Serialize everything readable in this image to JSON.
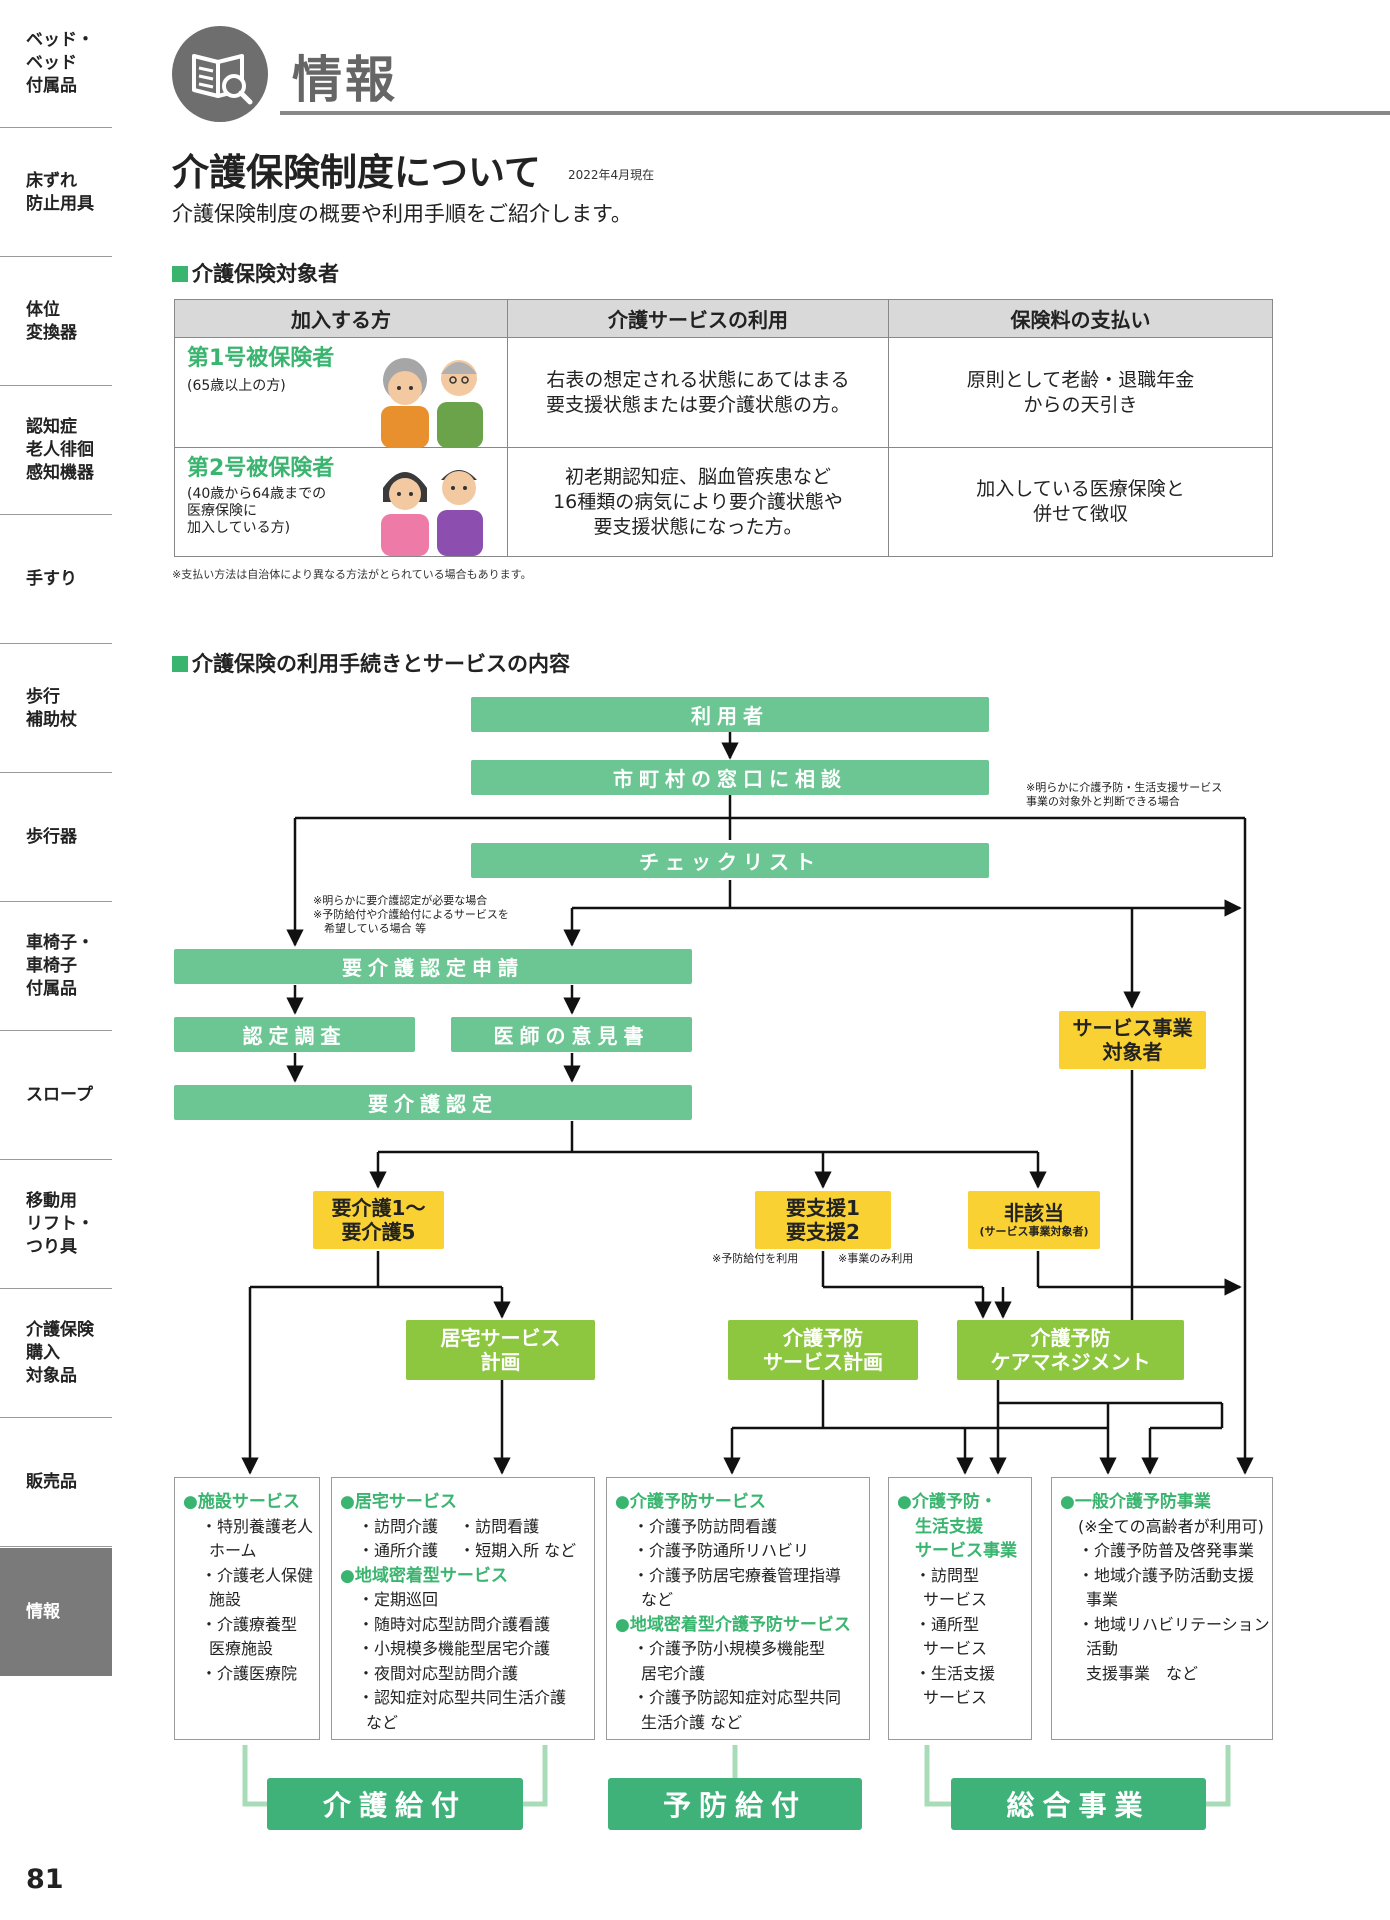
{
  "sidebar": {
    "items": [
      "ベッド・\nベッド\n付属品",
      "床ずれ\n防止用具",
      "体位\n変換器",
      "認知症\n老人徘徊\n感知機器",
      "手すり",
      "歩行\n補助杖",
      "歩行器",
      "車椅子・\n車椅子\n付属品",
      "スロープ",
      "移動用\nリフト・\nつり具",
      "介護保険\n購入\n対象品",
      "販売品",
      "情報"
    ],
    "page_number": "81"
  },
  "header": {
    "title": "情報",
    "icon": "book-magnifier-icon"
  },
  "main": {
    "title": "介護保険制度について",
    "date": "2022年4月現在",
    "lead": "介護保険制度の概要や利用手順をご紹介します。"
  },
  "section1": {
    "title": "介護保険対象者",
    "headers": [
      "加入する方",
      "介護サービスの利用",
      "保険料の支払い"
    ],
    "rows": [
      {
        "name": "第1号被保険者",
        "note": "(65歳以上の方)",
        "service": "右表の想定される状態にあてはまる\n要支援状態または要介護状態の方。",
        "payment": "原則として老齢・退職年金\nからの天引き",
        "illustration": "elderly-couple-icon"
      },
      {
        "name": "第2号被保険者",
        "note": "(40歳から64歳までの\n医療保険に\n加入している方)",
        "service": "初老期認知症、脳血管疾患など\n16種類の病気により要介護状態や\n要支援状態になった方。",
        "payment": "加入している医療保険と\n併せて徴収",
        "illustration": "middle-aged-couple-icon"
      }
    ],
    "note": "※支払い方法は自治体により異なる方法がとられている場合もあります。"
  },
  "section2": {
    "title": "介護保険の利用手続きとサービスの内容",
    "flow": {
      "user": "利用者",
      "consult": "市町村の窓口に相談",
      "checklist": "チェックリスト",
      "apply": "要介護認定申請",
      "survey": "認定調査",
      "doctor": "医師の意見書",
      "cert": "要介護認定",
      "service_target": "サービス事業\n対象者",
      "care15": "要介護1〜\n要介護5",
      "support12": "要支援1\n要支援2",
      "nonapp": "非該当",
      "nonapp_sub": "(サービス事業対象者)",
      "home_plan": "居宅サービス\n計画",
      "prev_plan": "介護予防\nサービス計画",
      "prev_mgmt": "介護予防\nケアマネジメント"
    },
    "notes": {
      "clearly_outside": "※明らかに介護予防・生活支援サービス\n事業の対象外と判断できる場合",
      "clearly_need": "※明らかに要介護認定が必要な場合\n※予防給付や介護給付によるサービスを\n　希望している場合 等",
      "use_prev": "※予防給付を利用",
      "only_project": "※事業のみ利用"
    },
    "boxes": [
      {
        "lines": [
          [
            "h",
            "●施設サービス"
          ],
          [
            "it",
            "・特別養護老人"
          ],
          [
            "it2",
            "ホーム"
          ],
          [
            "it",
            "・介護老人保健"
          ],
          [
            "it2",
            "施設"
          ],
          [
            "it",
            "・介護療養型"
          ],
          [
            "it2",
            "医療施設"
          ],
          [
            "it",
            "・介護医療院"
          ]
        ]
      },
      {
        "lines": [
          [
            "h",
            "●居宅サービス"
          ],
          [
            "it",
            "・訪問介護　 ・訪問看護"
          ],
          [
            "it",
            "・通所介護　 ・短期入所 など"
          ],
          [
            "h",
            "●地域密着型サービス"
          ],
          [
            "it",
            "・定期巡回"
          ],
          [
            "it",
            "・随時対応型訪問介護看護"
          ],
          [
            "it",
            "・小規模多機能型居宅介護"
          ],
          [
            "it",
            "・夜間対応型訪問介護"
          ],
          [
            "it",
            "・認知症対応型共同生活介護"
          ],
          [
            "it2",
            "など"
          ]
        ]
      },
      {
        "lines": [
          [
            "h",
            "●介護予防サービス"
          ],
          [
            "it",
            "・介護予防訪問看護"
          ],
          [
            "it",
            "・介護予防通所リハビリ"
          ],
          [
            "it",
            "・介護予防居宅療養管理指導"
          ],
          [
            "it2",
            "など"
          ],
          [
            "h",
            "●地域密着型介護予防サービス"
          ],
          [
            "it",
            "・介護予防小規模多機能型"
          ],
          [
            "it2",
            "居宅介護"
          ],
          [
            "it",
            "・介護予防認知症対応型共同"
          ],
          [
            "it2",
            "生活介護 など"
          ]
        ]
      },
      {
        "lines": [
          [
            "h",
            "●介護予防・"
          ],
          [
            "hi",
            "生活支援"
          ],
          [
            "hi",
            "サービス事業"
          ],
          [
            "it",
            "・訪問型"
          ],
          [
            "it2",
            "サービス"
          ],
          [
            "it",
            "・通所型"
          ],
          [
            "it2",
            "サービス"
          ],
          [
            "it",
            "・生活支援"
          ],
          [
            "it2",
            "サービス"
          ]
        ]
      },
      {
        "lines": [
          [
            "h",
            "●一般介護予防事業"
          ],
          [
            "it",
            "(※全ての高齢者が利用可)"
          ],
          [
            "it",
            "・介護予防普及啓発事業"
          ],
          [
            "it",
            "・地域介護予防活動支援"
          ],
          [
            "it2",
            "事業"
          ],
          [
            "it",
            "・地域リハビリテーション"
          ],
          [
            "it2",
            "活動"
          ],
          [
            "it2",
            "支援事業　など"
          ]
        ]
      }
    ],
    "benefits": [
      "介護給付",
      "予防給付",
      "総合事業"
    ]
  },
  "colors": {
    "green_bar": "#6cc693",
    "yellow_box": "#f9d133",
    "lime_box": "#8dc63f",
    "benefit_bar": "#3fb27a",
    "heading_green": "#3ab56f"
  }
}
